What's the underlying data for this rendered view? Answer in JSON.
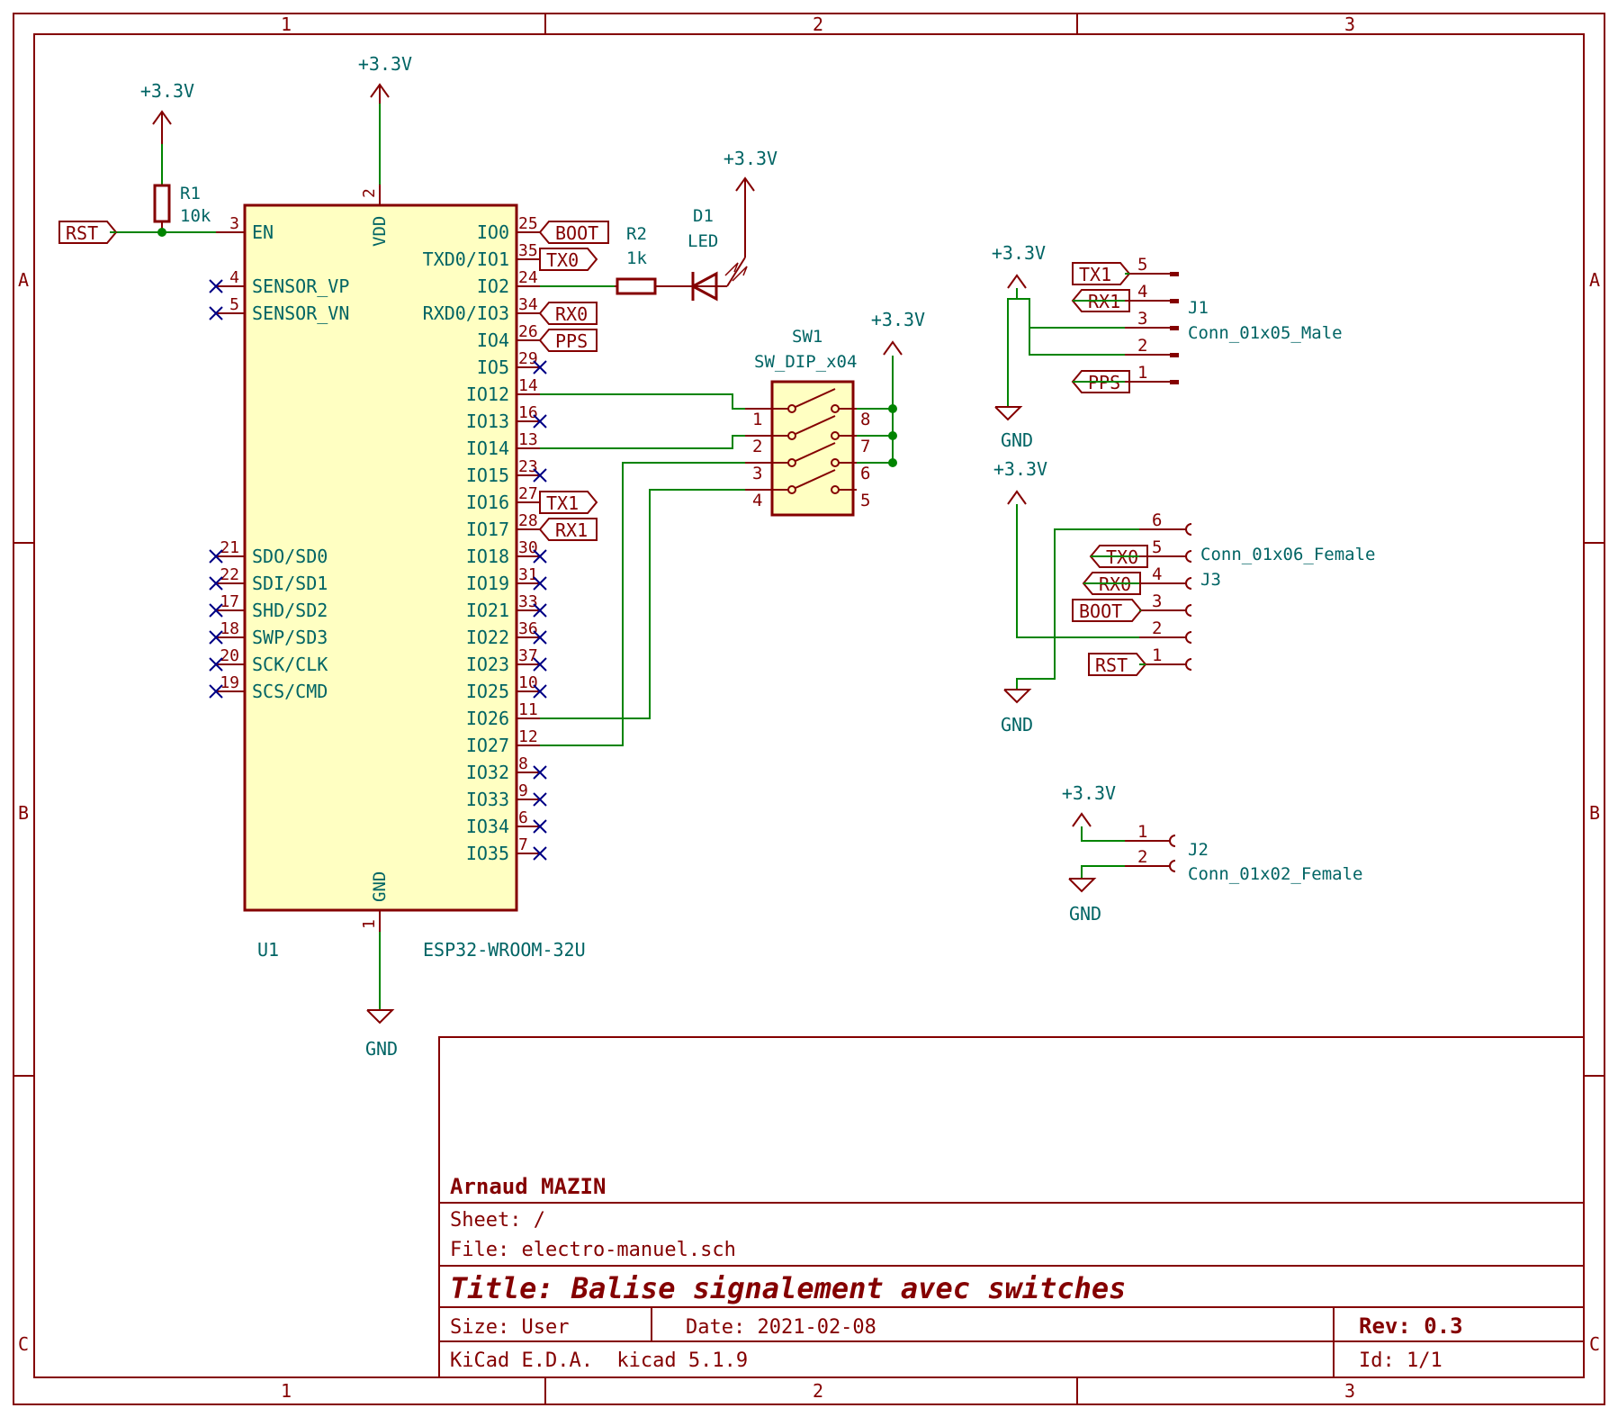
{
  "colors": {
    "border": "#840000",
    "wire": "#008400",
    "label": "#006464",
    "body_fill": "#ffffc2",
    "pin_num": "#840000",
    "no_connect": "#000084",
    "junction": "#008400"
  },
  "frame": {
    "cols": [
      "1",
      "2",
      "3"
    ],
    "rows": [
      "A",
      "B",
      "C"
    ]
  },
  "power": {
    "vcc": "+3.3V",
    "gnd": "GND"
  },
  "u1": {
    "ref": "U1",
    "value": "ESP32-WROOM-32U",
    "vdd_label": "VDD",
    "vdd_pin": "2",
    "gnd_label": "GND",
    "gnd_pin": "1",
    "left_pins": [
      {
        "num": "3",
        "name": "EN"
      },
      {
        "num": "4",
        "name": "SENSOR_VP"
      },
      {
        "num": "5",
        "name": "SENSOR_VN"
      },
      {
        "num": "21",
        "name": "SDO/SD0"
      },
      {
        "num": "22",
        "name": "SDI/SD1"
      },
      {
        "num": "17",
        "name": "SHD/SD2"
      },
      {
        "num": "18",
        "name": "SWP/SD3"
      },
      {
        "num": "20",
        "name": "SCK/CLK"
      },
      {
        "num": "19",
        "name": "SCS/CMD"
      }
    ],
    "right_pins": [
      {
        "num": "25",
        "name": "IO0"
      },
      {
        "num": "35",
        "name": "TXD0/IO1"
      },
      {
        "num": "24",
        "name": "IO2"
      },
      {
        "num": "34",
        "name": "RXD0/IO3"
      },
      {
        "num": "26",
        "name": "IO4"
      },
      {
        "num": "29",
        "name": "IO5"
      },
      {
        "num": "14",
        "name": "IO12"
      },
      {
        "num": "16",
        "name": "IO13"
      },
      {
        "num": "13",
        "name": "IO14"
      },
      {
        "num": "23",
        "name": "IO15"
      },
      {
        "num": "27",
        "name": "IO16"
      },
      {
        "num": "28",
        "name": "IO17"
      },
      {
        "num": "30",
        "name": "IO18"
      },
      {
        "num": "31",
        "name": "IO19"
      },
      {
        "num": "33",
        "name": "IO21"
      },
      {
        "num": "36",
        "name": "IO22"
      },
      {
        "num": "37",
        "name": "IO23"
      },
      {
        "num": "10",
        "name": "IO25"
      },
      {
        "num": "11",
        "name": "IO26"
      },
      {
        "num": "12",
        "name": "IO27"
      },
      {
        "num": "8",
        "name": "IO32"
      },
      {
        "num": "9",
        "name": "IO33"
      },
      {
        "num": "6",
        "name": "IO34"
      },
      {
        "num": "7",
        "name": "IO35"
      }
    ]
  },
  "r1": {
    "ref": "R1",
    "value": "10k"
  },
  "r2": {
    "ref": "R2",
    "value": "1k"
  },
  "d1": {
    "ref": "D1",
    "value": "LED"
  },
  "sw1": {
    "ref": "SW1",
    "value": "SW_DIP_x04",
    "left_pins": [
      "1",
      "2",
      "3",
      "4"
    ],
    "right_pins": [
      "8",
      "7",
      "6",
      "5"
    ]
  },
  "labels": {
    "rst": "RST",
    "boot": "BOOT",
    "tx0": "TX0",
    "rx0": "RX0",
    "pps": "PPS",
    "tx1": "TX1",
    "rx1": "RX1"
  },
  "j1": {
    "ref": "J1",
    "value": "Conn_01x05_Male",
    "pins": [
      "5",
      "4",
      "3",
      "2",
      "1"
    ]
  },
  "j3": {
    "ref": "J3",
    "value": "Conn_01x06_Female",
    "pins": [
      "6",
      "5",
      "4",
      "3",
      "2",
      "1"
    ]
  },
  "j2": {
    "ref": "J2",
    "value": "Conn_01x02_Female",
    "pins": [
      "1",
      "2"
    ]
  },
  "title_block": {
    "company": "Arnaud MAZIN",
    "sheet": "Sheet: /",
    "file": "File: electro-manuel.sch",
    "title": "Title: Balise signalement avec switches",
    "size": "Size: User",
    "date": "Date: 2021-02-08",
    "rev": "Rev: 0.3",
    "tool": "KiCad E.D.A.  kicad 5.1.9",
    "id": "Id: 1/1"
  }
}
